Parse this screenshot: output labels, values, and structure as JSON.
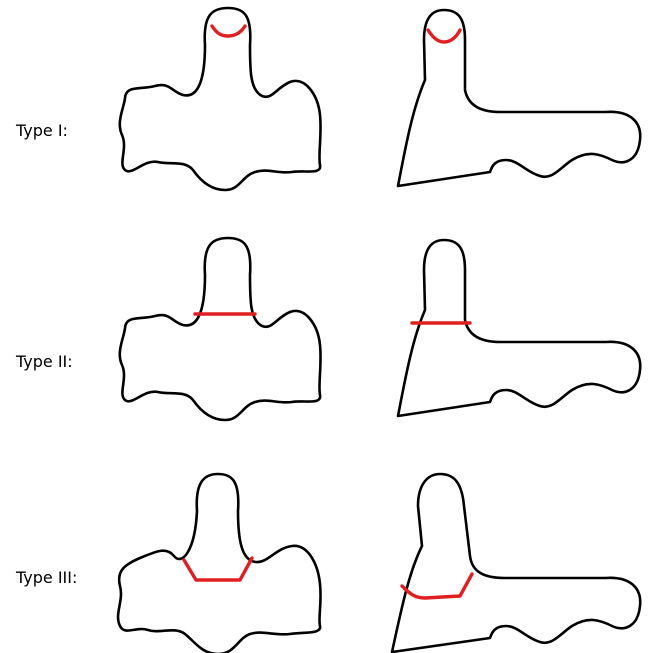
{
  "rows": [
    {
      "label": "Type I:"
    },
    {
      "label": "Type II:"
    },
    {
      "label": "Type III:"
    }
  ],
  "colors": {
    "outline": "#000000",
    "cut_line": "#e02020",
    "background": "#ffffff"
  }
}
